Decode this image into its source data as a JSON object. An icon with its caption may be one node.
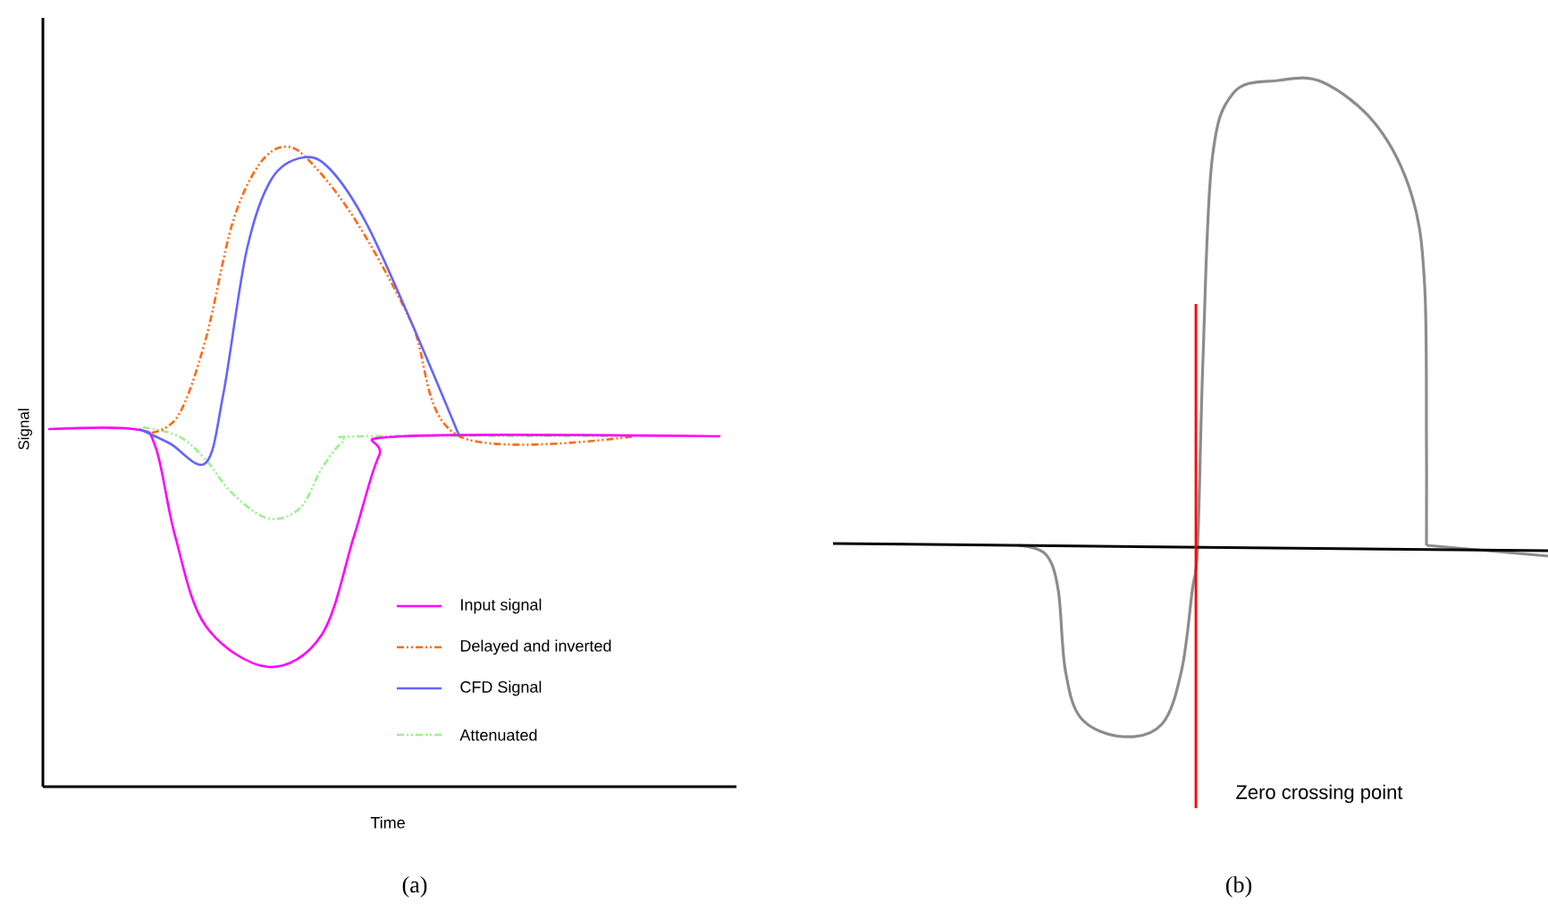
{
  "diagram": {
    "labels": [
      "Signal",
      "Time",
      "Zero crossing point",
      "(a)",
      "(b)"
    ],
    "legend": [
      {
        "text": "Input signal"
      },
      {
        "text": "Delayed and inverted"
      },
      {
        "text": "CFD Signal"
      },
      {
        "text": "Attenuated"
      }
    ]
  }
}
